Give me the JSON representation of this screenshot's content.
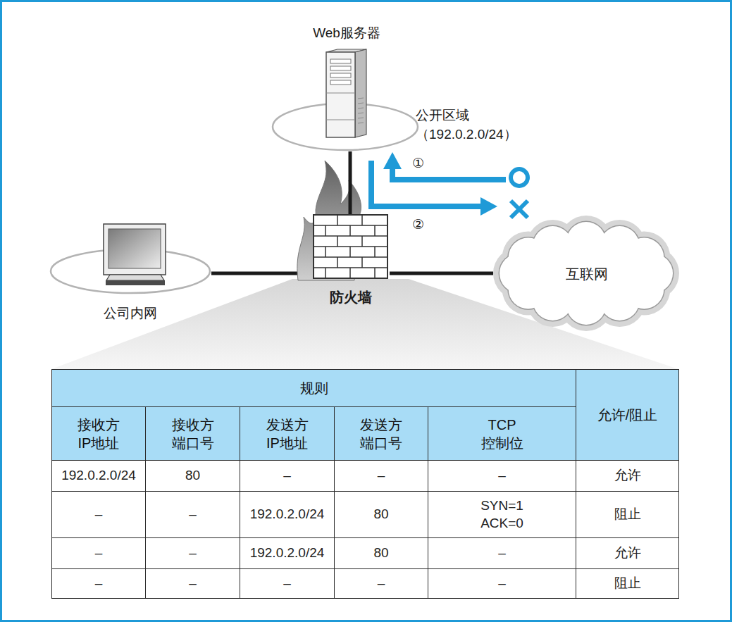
{
  "diagram": {
    "nodes": [
      {
        "text": [
          "公开区域 （192.0.2.0/24）"
        ]
      },
      {
        "text": [
          "Web服务器"
        ],
        "in": 0
      },
      {
        "text": [
          "公司内网"
        ]
      },
      {
        "text": [
          "防火墙"
        ]
      },
      {
        "text": [
          "互联网"
        ]
      }
    ],
    "edges": [
      {
        "from": 3,
        "to": 0,
        "arrow": "none"
      },
      {
        "from": 2,
        "to": 3,
        "arrow": "none"
      },
      {
        "from": 3,
        "to": 4,
        "arrow": "none"
      }
    ],
    "labels": [
      "①",
      "②",
      "规则",
      "接收方 IP地址",
      "接收方 端口号",
      "发送方 IP地址",
      "发送方 端口号",
      "TCP 控制位",
      "允许/阻止",
      "192.0.2.0/24",
      "80",
      "–",
      "–",
      "–",
      "允许",
      "–",
      "–",
      "192.0.2.0/24",
      "80",
      "SYN=1 ACK=0",
      "阻止",
      "–",
      "–",
      "192.0.2.0/24",
      "80",
      "–",
      "允许",
      "–",
      "–",
      "–",
      "–",
      "–",
      "阻止"
    ]
  }
}
